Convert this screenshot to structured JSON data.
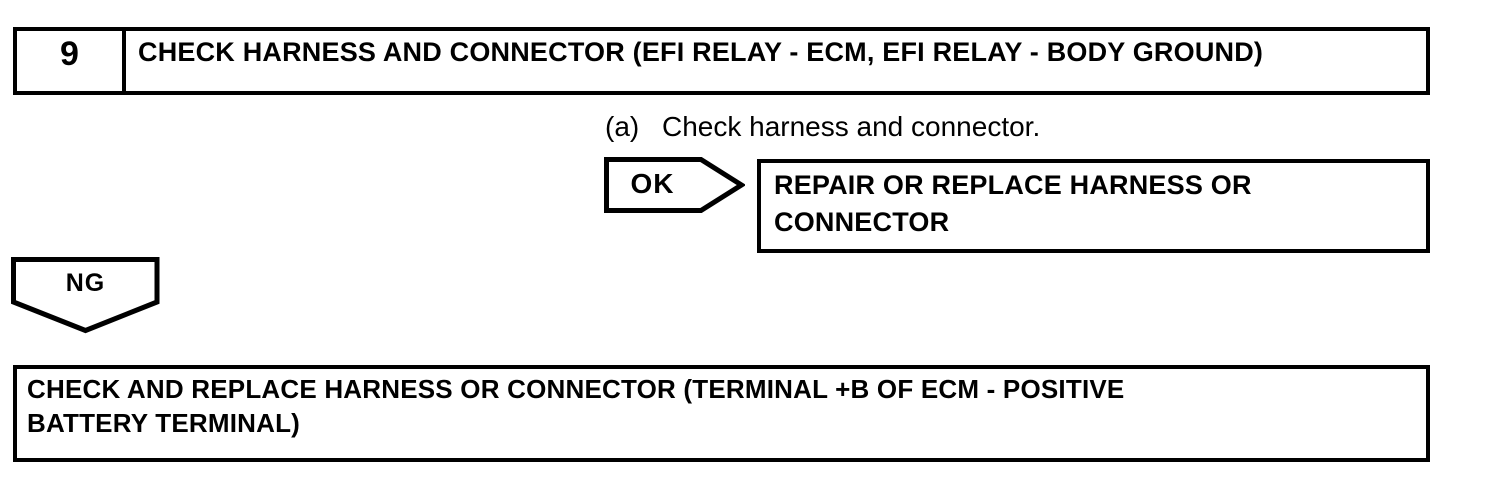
{
  "colors": {
    "ink": "#000000",
    "paper": "#ffffff"
  },
  "step_header": {
    "number": "9",
    "title": "CHECK HARNESS AND CONNECTOR (EFI RELAY - ECM, EFI RELAY - BODY GROUND)"
  },
  "instruction": {
    "marker": "(a)",
    "text": "Check harness and connector."
  },
  "ok_branch": {
    "label": "OK",
    "result_lines": [
      "REPAIR OR REPLACE HARNESS OR",
      "CONNECTOR"
    ]
  },
  "ng_branch": {
    "label": "NG",
    "result_lines": [
      "CHECK AND REPLACE HARNESS OR CONNECTOR (TERMINAL +B OF ECM - POSITIVE",
      "BATTERY TERMINAL)"
    ]
  }
}
